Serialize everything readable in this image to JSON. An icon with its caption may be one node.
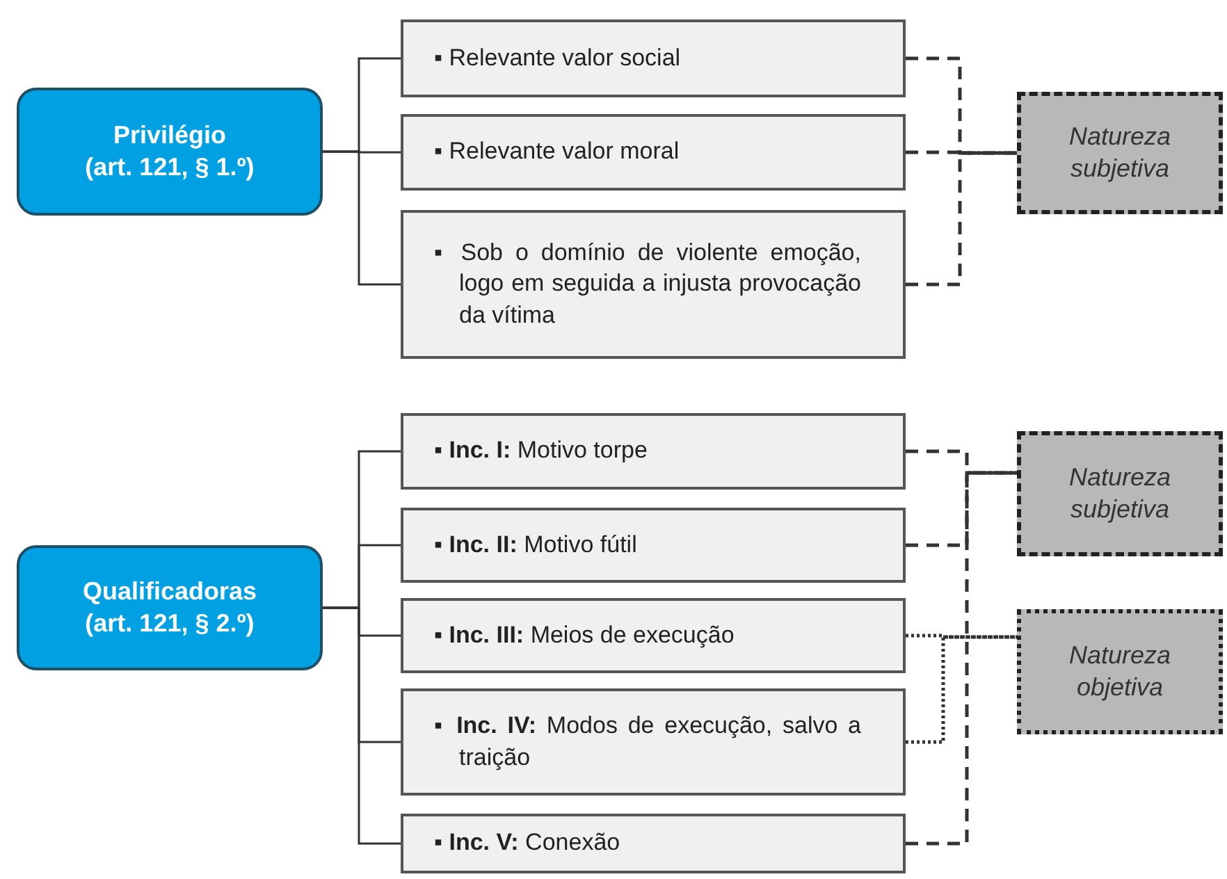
{
  "diagram": {
    "nodes": [
      {
        "text": [
          "Privilégio",
          "(art. 121, § 1.º)"
        ]
      },
      {
        "text": [
          "▪ Relevante valor social"
        ]
      },
      {
        "text": [
          "▪ Relevante valor moral"
        ]
      },
      {
        "text": [
          "▪ Sob o domínio de violente emoção, logo em seguida a injusta provocação da vítima"
        ]
      },
      {
        "text": [
          "Natureza subjetiva"
        ]
      },
      {
        "text": [
          "Qualificadoras",
          "(art. 121, § 2.º)"
        ]
      },
      {
        "text": [
          "▪ **Inc. I:** Motivo torpe"
        ]
      },
      {
        "text": [
          "▪ **Inc. II:** Motivo fútil"
        ]
      },
      {
        "text": [
          "▪ **Inc. III:** Meios de execução"
        ]
      },
      {
        "text": [
          "▪ **Inc. IV:** Modos de execução, salvo a traição"
        ]
      },
      {
        "text": [
          "▪ **Inc. V:** Conexão"
        ]
      },
      {
        "text": [
          "Natureza subjetiva"
        ]
      },
      {
        "text": [
          "Natureza objetiva"
        ]
      }
    ],
    "edges": [
      {
        "from": 0,
        "to": 1,
        "arrow": "none"
      },
      {
        "from": 0,
        "to": 2,
        "arrow": "none"
      },
      {
        "from": 0,
        "to": 3,
        "arrow": "none"
      },
      {
        "from": 1,
        "to": 4,
        "arrow": "none",
        "style": "dashed"
      },
      {
        "from": 2,
        "to": 4,
        "arrow": "none",
        "style": "dashed"
      },
      {
        "from": 3,
        "to": 4,
        "arrow": "none",
        "style": "dashed"
      },
      {
        "from": 5,
        "to": 6,
        "arrow": "none"
      },
      {
        "from": 5,
        "to": 7,
        "arrow": "none"
      },
      {
        "from": 5,
        "to": 8,
        "arrow": "none"
      },
      {
        "from": 5,
        "to": 9,
        "arrow": "none"
      },
      {
        "from": 5,
        "to": 10,
        "arrow": "none"
      },
      {
        "from": 6,
        "to": 11,
        "arrow": "none",
        "style": "dashed"
      },
      {
        "from": 7,
        "to": 11,
        "arrow": "none",
        "style": "dashed"
      },
      {
        "from": 10,
        "to": 11,
        "arrow": "none",
        "style": "dashed"
      },
      {
        "from": 8,
        "to": 12,
        "arrow": "none",
        "style": "dashed"
      },
      {
        "from": 9,
        "to": 12,
        "arrow": "none",
        "style": "dashed"
      }
    ]
  }
}
